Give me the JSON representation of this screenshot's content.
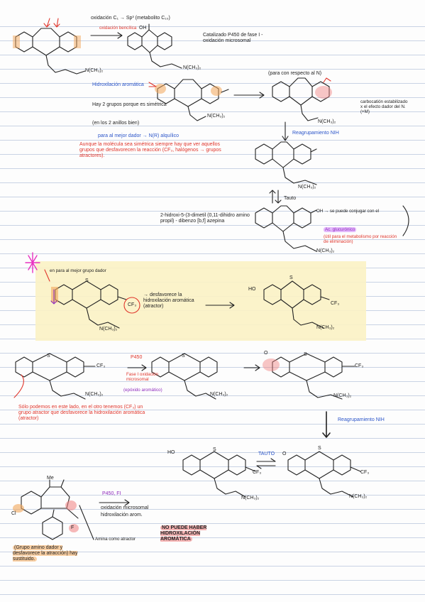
{
  "notes": {
    "section1": {
      "oxidation_note": "oxidación C₁ → Sp³ (metabolito C₁₀)",
      "oxidation_side": "oxidación bencílica",
      "oh_label": "OH",
      "cyp_note": "Catalizado P450 de fase I - oxidación microsomal",
      "chain_label": "N(CH₃)₂",
      "hydroxylation_label": "Hidroxilación aromática",
      "two_groups_note": "Hay 2 grupos porque es simétrica",
      "two_groups_note2": "(en los 2 anillos bien)",
      "para_note": "para al mejor dador → N(R) alquílico",
      "red_note": "Aunque la molécula sea simétrica siempre hay que ver aquellos grupos que desfavorecen la reacción (CF₃, halógenos → grupos atractores).",
      "para_respect": "(para con respecto al N)",
      "stabilized_note": "carbocatión estabilizado x el efecto dador del N. (+M)",
      "nih_shift_1": "Reagrupamiento NIH",
      "tauto_label": "Tauto",
      "product_name": "2-hidroxi-5-(3-dimetil (0,11-dihidro amino propil) - dibenzo [b,f] azepina",
      "conjugate_note": "OH → se puede conjugar con el",
      "conjugate_note2": "Ac. glucurónico",
      "conjugate_note3": "(útil para el metabolismo por reacción de eliminación)"
    },
    "section2": {
      "dador_note": "en para al mejor grupo dador",
      "s_label": "S",
      "cf3_label": "CF₃",
      "disfavors_note": "→ desfavorece la hidroxilación aromática (atractor)",
      "ho_label": "HO",
      "chain_label": "N(CH₃)₂"
    },
    "section3": {
      "p450_label": "P450",
      "phase_note": "Fase I oxidación microsomal",
      "epoxide_note": "(epóxido aromático)",
      "nih_shift_2": "Reagrupamiento NIH",
      "only_ring_note": "Sólo podemos en este lado, en el otro tenemos (CF₃) un grupo atractor que desfavorece la hidroxilación aromática (atractor)",
      "tauto_label": "TAUTO",
      "ho_label": "HO",
      "o_label": "O"
    },
    "section4": {
      "me_label": "Me",
      "cl_label": "Cl",
      "f_label": "F",
      "p450_label": "P450, FI",
      "micro_note": "oxidación microsomal",
      "hydroxylation_note": "hidroxilación arom.",
      "amine_note": "Amina como atractor",
      "no_hydroxylation": "NO PUEDE HABER HIDROXILACIÓN AROMÁTICA",
      "bottom_note": "(Grupo amino dador y desfavorece la atracción) hay sustituido."
    }
  },
  "colors": {
    "ink": "#222222",
    "red": "#e0352b",
    "blue": "#2b55c9",
    "purple": "#8f2bbd",
    "orange": "#f2a65a",
    "highlight": "#fbf2c4"
  }
}
